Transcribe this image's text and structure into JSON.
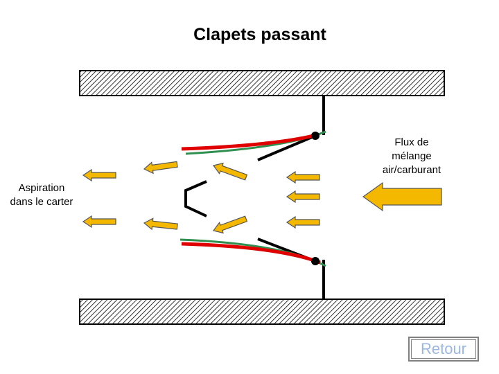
{
  "title": "Clapets passant",
  "labels": {
    "flux": [
      "Flux de",
      "mélange",
      "air/carburant"
    ],
    "aspiration": [
      "Aspiration",
      "dans le carter"
    ]
  },
  "retour": {
    "label": "Retour"
  },
  "colors": {
    "arrow_fill": "#f5b800",
    "arrow_stroke": "#555555",
    "petal_red": "#e00000",
    "petal_green": "#2f8f4f",
    "wall_hatch": "#000000"
  }
}
